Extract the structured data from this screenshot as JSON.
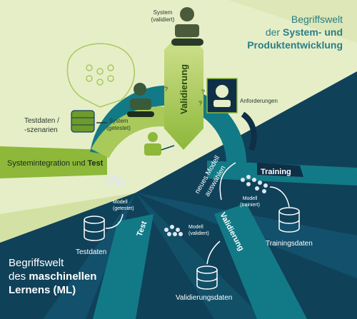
{
  "system_world": {
    "title_line1": "Begriffswelt",
    "title_line2_prefix": "der ",
    "title_line2_bold": "System- und",
    "title_line3_bold": "Produktentwicklung"
  },
  "ml_world": {
    "title_line1": "Begriffswelt",
    "title_line2_prefix": "des ",
    "title_line2_bold": "maschinellen",
    "title_line3_bold": "Lernens (ML)"
  },
  "labels": {
    "system_validated_1": "System",
    "system_validated_2": "(validiert)",
    "system_tested_1": "System",
    "system_tested_2": "(getestet)",
    "requirements": "Anforderungen",
    "testdata_scen_1": "Testdaten /",
    "testdata_scen_2": "-szenarien",
    "sys_integration": "Systemintegration und ",
    "sys_integration_bold": "Test",
    "validation_arrow": "Validierung",
    "new_model_1": "neues Modell",
    "new_model_2": "auswählen",
    "training": "Training",
    "model_trained_1": "Modell",
    "model_trained_2": "(trainiert)",
    "model_tested_1": "Modell",
    "model_tested_2": "(getestet)",
    "model_validated_1": "Modell",
    "model_validated_2": "(validiert)",
    "test": "Test",
    "validation_ml": "Validierung",
    "training_data": "Trainingsdaten",
    "test_data": "Testdaten",
    "validation_data": "Validierungsdaten",
    "question": "?"
  },
  "colors": {
    "dark_teal": "#0f4159",
    "light_green_bg": "#e6eec8",
    "lime": "#8db83a",
    "green": "#6f9a2c",
    "ml_teal": "#127a86",
    "ml_teal_light": "#1b8e96",
    "navy": "#0e2f46"
  }
}
